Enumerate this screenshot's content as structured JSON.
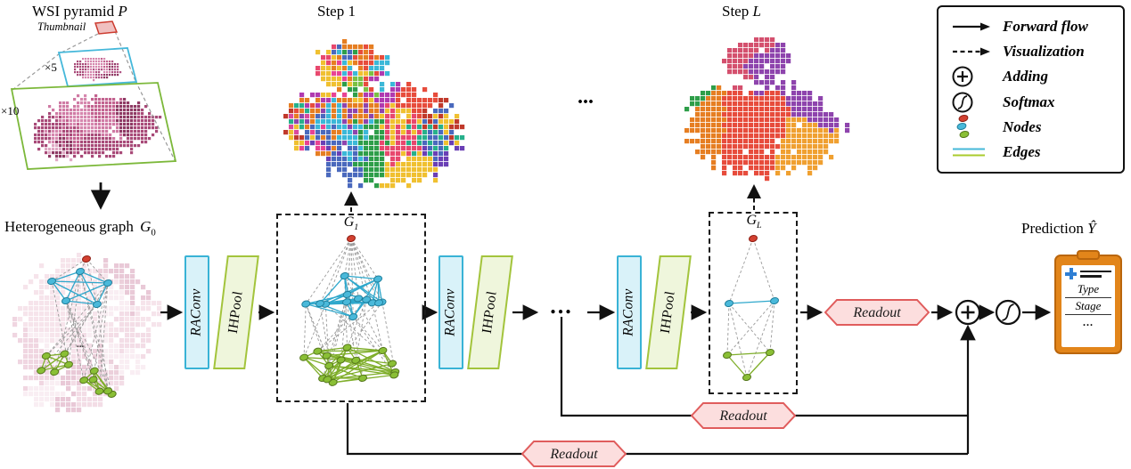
{
  "figure": {
    "wsi_pyramid_label": "WSI pyramid",
    "wsi_pyramid_symbol": "P",
    "thumbnail_label": "Thumbnail",
    "zoom_x5": "×5",
    "zoom_x10": "×10",
    "hetero_graph_label": "Heterogeneous graph",
    "graph_symbol": "G",
    "g0_sub": "0",
    "g1_sub": "1",
    "gL_sub": "L",
    "step1_label": "Step 1",
    "stepL_prefix": "Step",
    "stepL_letter": "L",
    "dots_top": "...",
    "dots_flow": "...",
    "prediction_label": "Prediction",
    "prediction_symbol": "Ŷ"
  },
  "blocks": {
    "raconv": "RAConv",
    "ihpool": "IHPool",
    "readout": "Readout"
  },
  "legend": {
    "forward_flow": "Forward flow",
    "visualization": "Visualization",
    "adding": "Adding",
    "softmax": "Softmax",
    "nodes": "Nodes",
    "edges": "Edges"
  },
  "clipboard": {
    "type": "Type",
    "stage": "Stage",
    "dots": "..."
  },
  "colors": {
    "node_red": "#d24030",
    "node_cyan": "#45b8d8",
    "node_green": "#8abf35",
    "raconv_border": "#39b3d6",
    "ihpool_border": "#a3c43c",
    "readout_fill": "#fcdede",
    "readout_border": "#e05c5c",
    "clipboard_orange": "#e2851a"
  }
}
